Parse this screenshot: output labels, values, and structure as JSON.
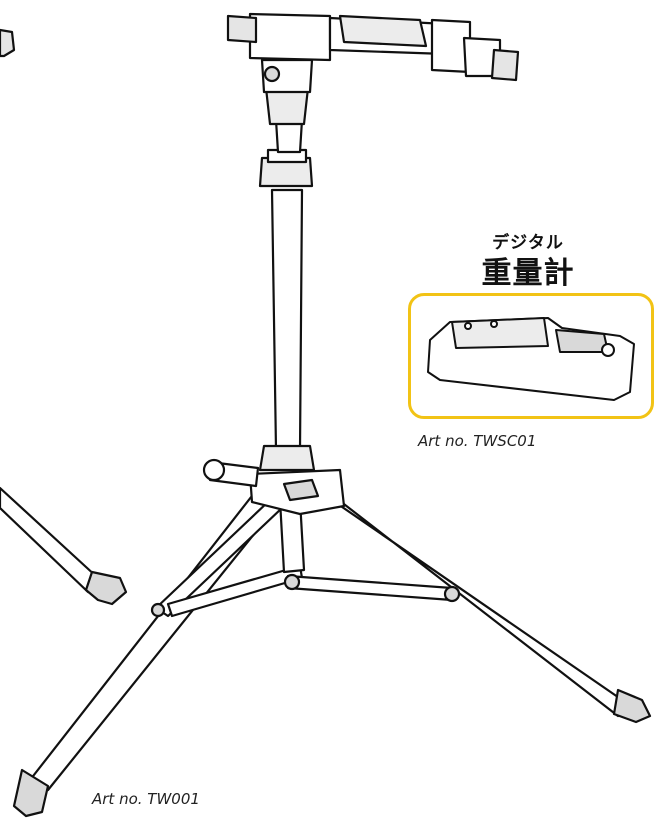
{
  "scale_inset": {
    "title_line1": "デジタル",
    "title_line2": "重量計",
    "border_color": "#f2c315"
  },
  "captions": {
    "scale_art_no": "Art no. TWSC01",
    "stand_art_no": "Art no. TW001"
  },
  "colors": {
    "line": "#111111",
    "fill": "#ffffff",
    "shade": "#d9d9d9"
  }
}
